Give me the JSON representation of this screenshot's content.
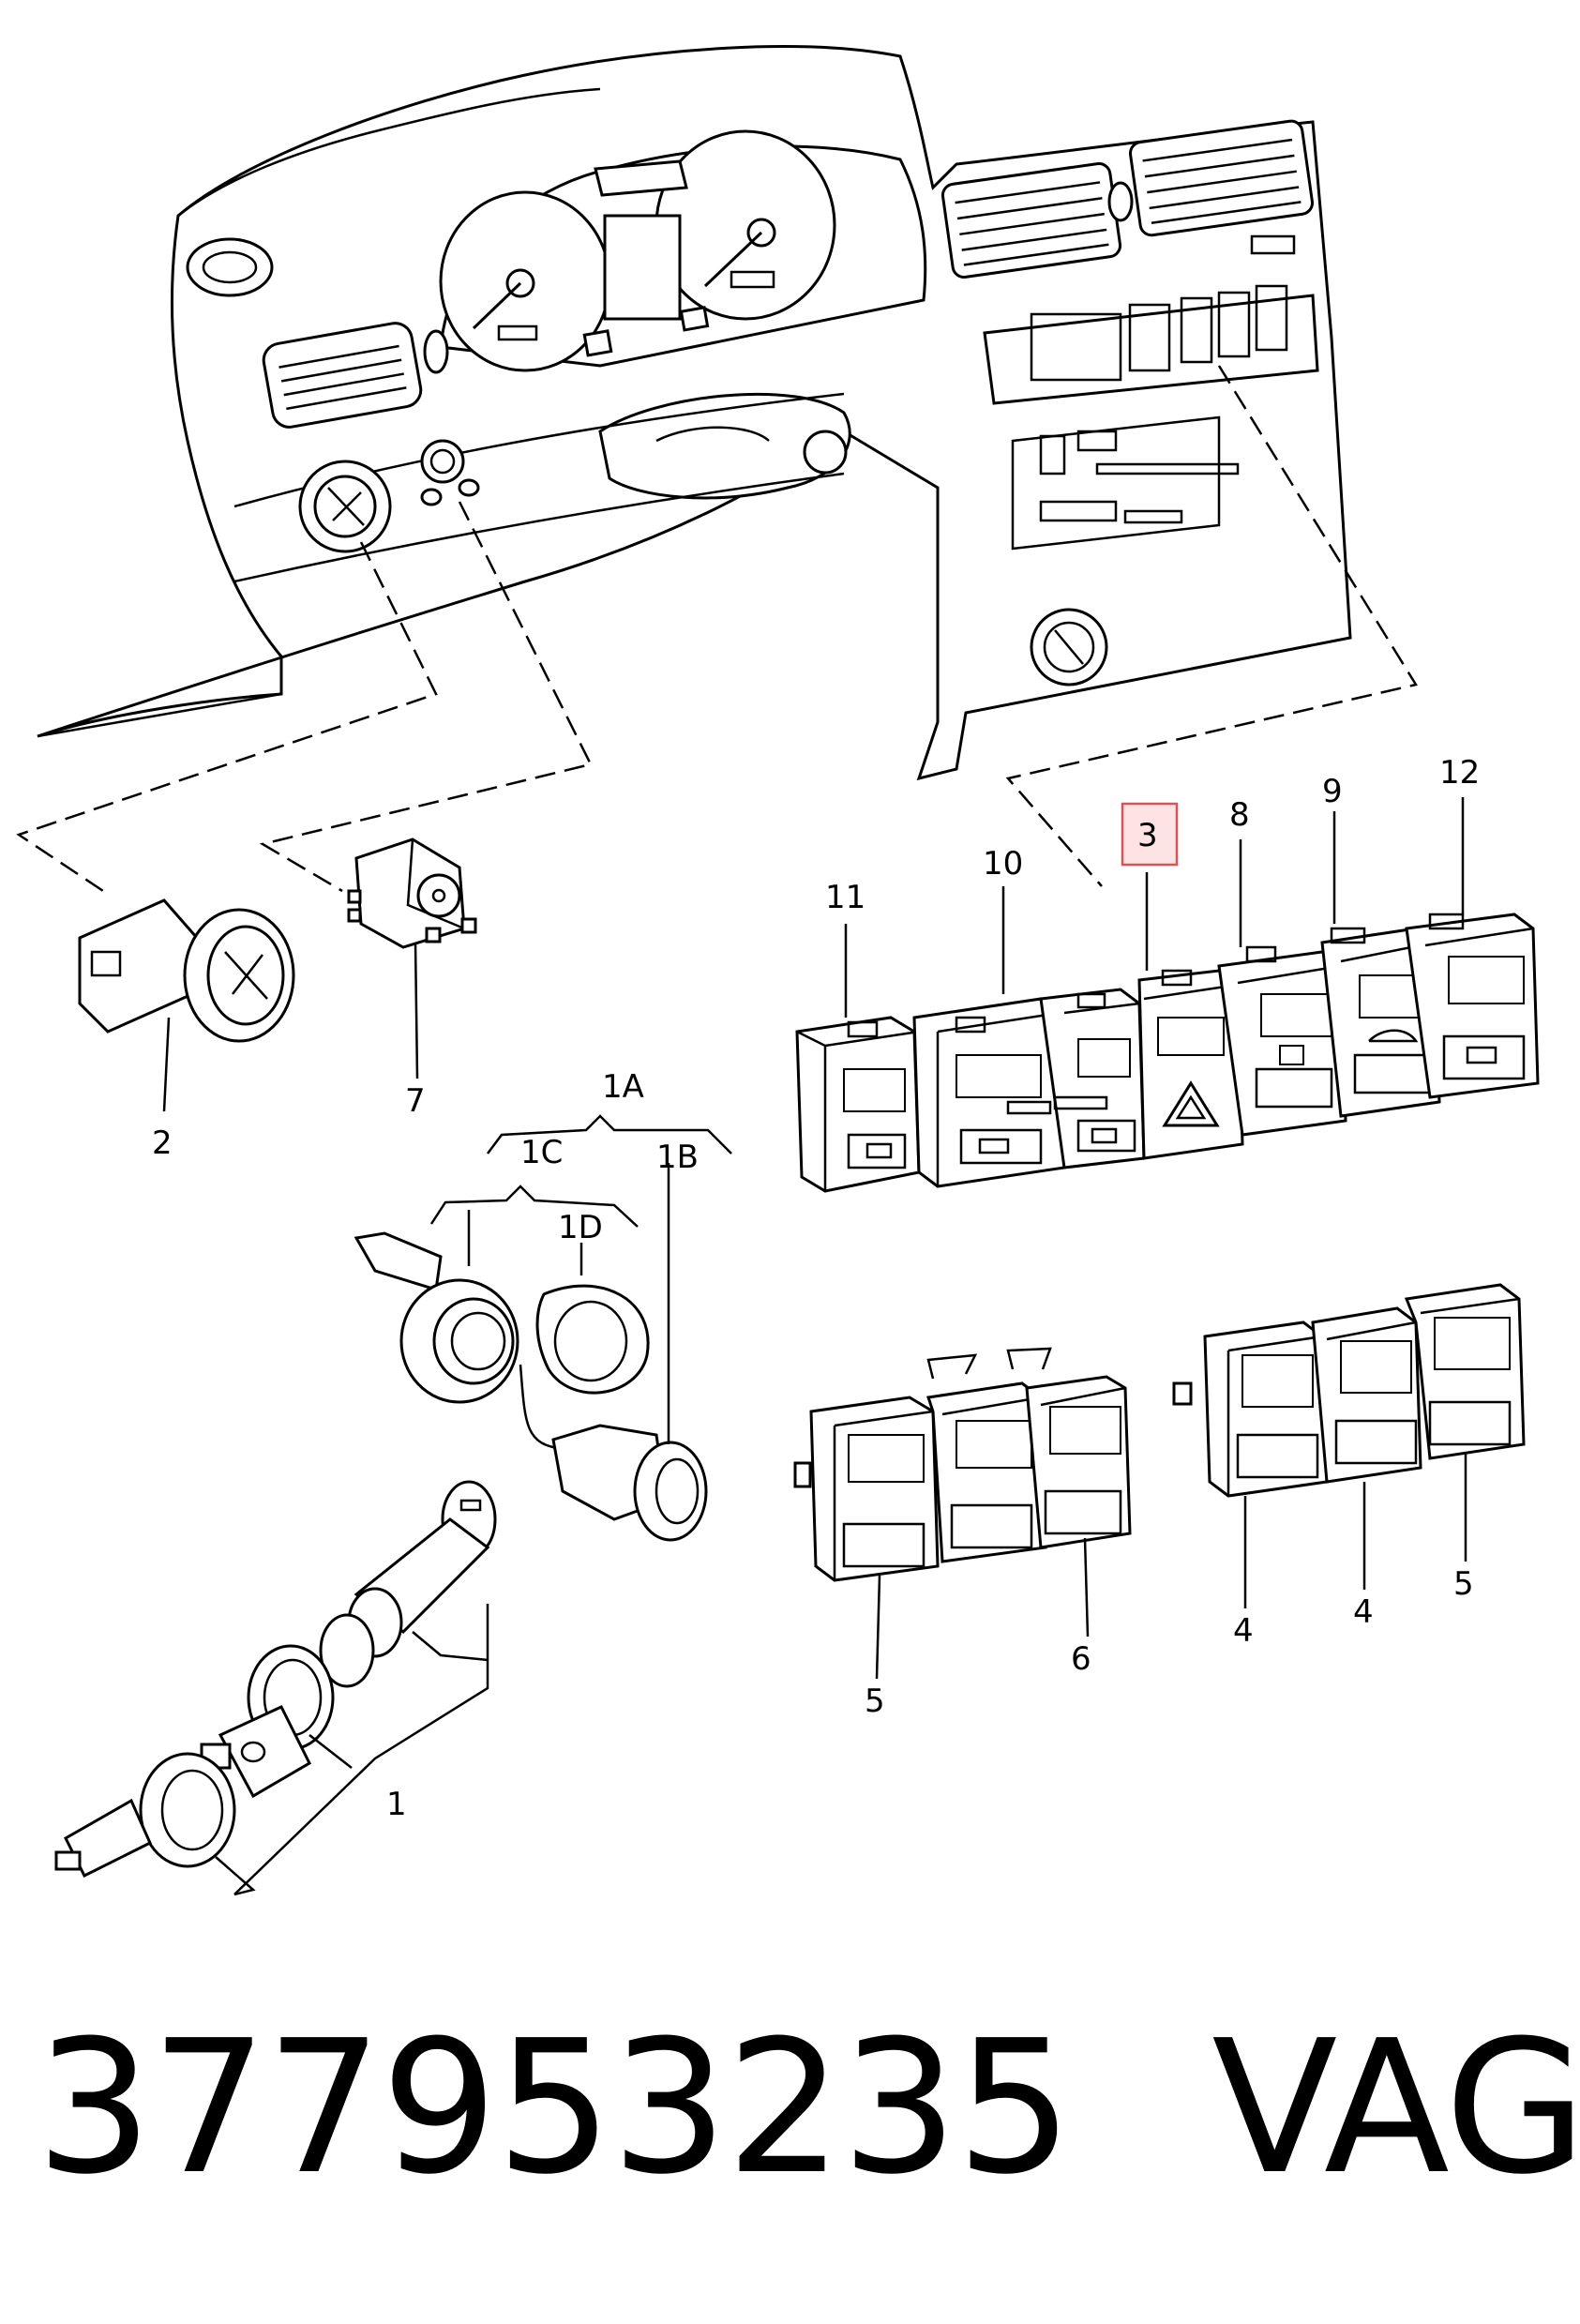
{
  "callouts": {
    "c11": "11",
    "c10": "10",
    "c3": "3",
    "c8": "8",
    "c9": "9",
    "c12": "12",
    "c2": "2",
    "c7": "7",
    "c1A": "1A",
    "c1C": "1C",
    "c1B": "1B",
    "c1D": "1D",
    "c1": "1",
    "c5a": "5",
    "c6": "6",
    "c4a": "4",
    "c4b": "4",
    "c5b": "5"
  },
  "highlight": {
    "label": "3",
    "fill": "#fde3e3",
    "stroke": "#d6555b"
  },
  "footer": {
    "part_number": "377953235",
    "brand": "VAG"
  }
}
